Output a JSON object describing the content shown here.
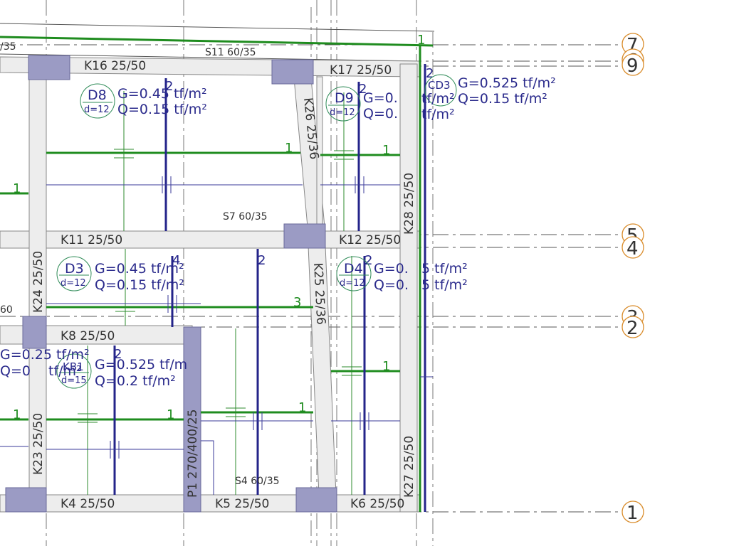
{
  "beams": {
    "k16": "K16 25/50",
    "k17": "K17 25/50",
    "k11": "K11 25/50",
    "k12": "K12 25/50",
    "k8": "K8 25/50",
    "k4": "K4 25/50",
    "k5": "K5 25/50",
    "k6": "K6 25/50",
    "k24": "K24 25/50",
    "k23": "K23 25/50",
    "k26": "K26 25/36",
    "k25": "K25 25/36",
    "k28": "K28 25/50",
    "k27": "K27 25/50",
    "p1": "P1 270/400/25",
    "s11": "S11 60/35",
    "s7": "S7 60/35",
    "s4": "S4 60/35",
    "s_left": "/35",
    "s_left2": "60"
  },
  "slabs": {
    "d8": {
      "id": "D8",
      "d": "d=12",
      "g": "G=0.45 tf/m²",
      "q": "Q=0.15 tf/m²"
    },
    "d9": {
      "id": "D9",
      "d": "d=12",
      "g": "G=0.",
      "q": "Q=0."
    },
    "cd3": {
      "id": "CD3",
      "g": "G=0.525 tf/m²",
      "q": "Q=0.15 tf/m²",
      "unit_a": "tf/m²",
      "unit_b": "tf/m²"
    },
    "d3": {
      "id": "D3",
      "d": "d=12",
      "g": "G=0.45 tf/m²",
      "q": "Q=0.15 tf/m²"
    },
    "d4": {
      "id": "D4",
      "d": "d=12",
      "g": "G=0.",
      "gt": "5 tf/m²",
      "q": "Q=0.",
      "qt": "5 tf/m²"
    },
    "kb1": {
      "id": "KB1",
      "d": "d=15",
      "g": "G=0.525 tf/m",
      "q": "Q=0.2 tf/m²"
    },
    "left": {
      "g": "G=0.25 tf/m²",
      "q": "Q=0",
      "qt": "tf/m²"
    }
  },
  "grid_labels": [
    "7",
    "6",
    "9",
    "5",
    "4",
    "3",
    "2",
    "1"
  ],
  "rebar_marks": {
    "green": [
      "1",
      "1",
      "1",
      "1",
      "3",
      "1",
      "1",
      "1",
      "1"
    ],
    "navy": [
      "2",
      "2",
      "2",
      "2",
      "2",
      "4",
      "2"
    ]
  },
  "colors": {
    "beam_fill": "#ededed",
    "column_fill": "#9b9bc4",
    "rebar_green": "#1f8c1f",
    "rebar_navy": "#24248a",
    "bubble_stroke": "#d98c2b",
    "load_text": "#2b2b8c"
  }
}
